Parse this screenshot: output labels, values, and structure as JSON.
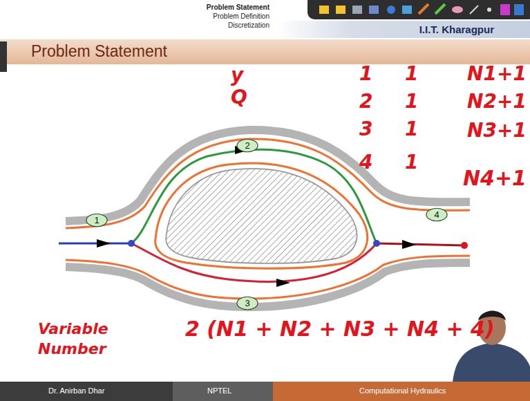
{
  "diagram": {
    "title": "Problem Statement",
    "nodes": [
      {
        "text": [
          "1"
        ]
      },
      {
        "text": [
          "2"
        ]
      },
      {
        "text": [
          "3"
        ]
      },
      {
        "text": [
          "4"
        ]
      }
    ],
    "labels": [
      "Problem Statement",
      "Problem Definition",
      "Discretization",
      "I.I.T. Kharagpur",
      "y",
      "Q",
      "1",
      "1",
      "N1+1",
      "2",
      "1",
      "N2+1",
      "3",
      "1",
      "N3+1",
      "4",
      "1",
      "N4+1",
      "Variable Number",
      "2 (N1 + N2 + N3 + N4 + 4)",
      "Dr. Anirban Dhar",
      "NPTEL",
      "Computational Hydraulics"
    ]
  }
}
